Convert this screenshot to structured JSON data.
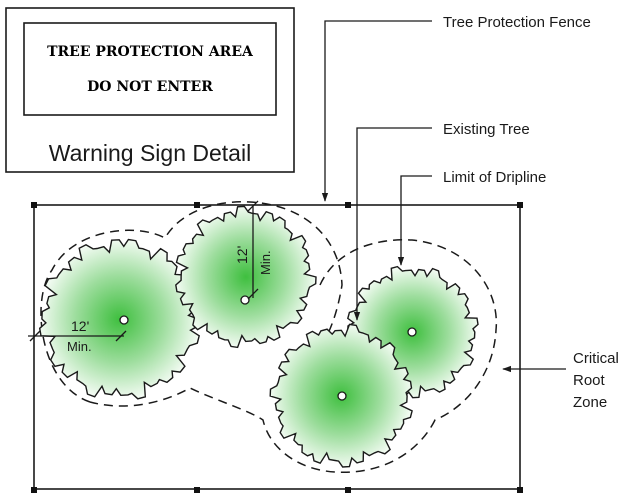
{
  "sign": {
    "line1": "TREE PROTECTION AREA",
    "line2": "DO NOT ENTER",
    "caption": "Warning Sign Detail"
  },
  "callouts": {
    "fence": "Tree Protection Fence",
    "existing_tree": "Existing Tree",
    "dripline": "Limit of Dripline",
    "crz_line1": "Critical",
    "crz_line2": "Root",
    "crz_line3": "Zone"
  },
  "dimensions": {
    "vertical_value": "12'",
    "vertical_unit": "Min.",
    "horizontal_value": "12'",
    "horizontal_unit": "Min."
  },
  "colors": {
    "ink": "#1a1a1a",
    "canopy_center": "#3fbf3f",
    "canopy_edge": "#f2fbf2"
  }
}
